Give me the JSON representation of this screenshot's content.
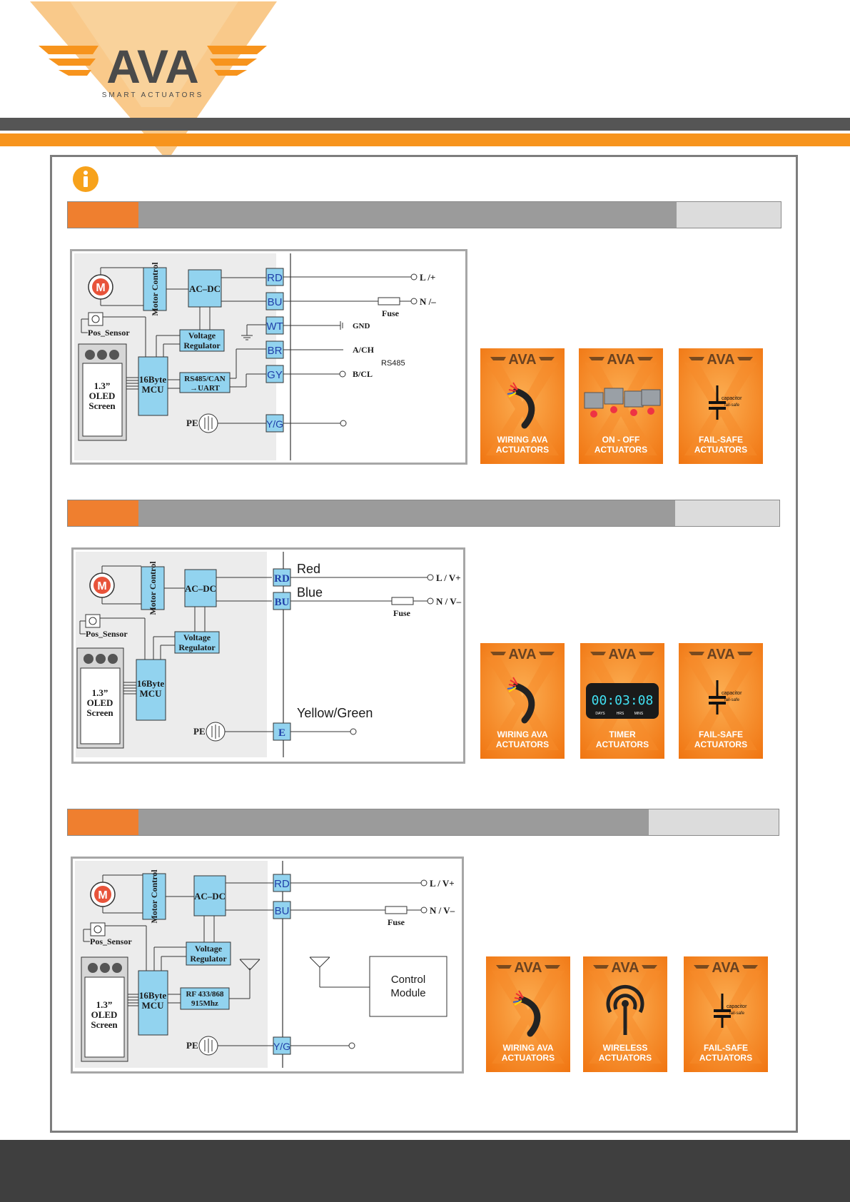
{
  "brand": {
    "logo_text": "AVA",
    "logo_tagline": "SMART ACTUATORS",
    "colors": {
      "orange": "#f7941d",
      "dark_gray": "#555555",
      "section_orange": "#ef7f2f",
      "section_gray": "#9b9b9b",
      "block_blue": "#92d3ef"
    }
  },
  "info_icon": "info-icon",
  "common": {
    "motor": "M",
    "motor_control": "Motor Control",
    "ac_dc": "AC–DC",
    "voltage_regulator_1": "Voltage",
    "voltage_regulator_2": "Regulator",
    "pos_sensor": "Pos_Sensor",
    "mcu_1": "16Byte",
    "mcu_2": "MCU",
    "screen_1": "1.3”",
    "screen_2": "OLED",
    "screen_3": "Screen",
    "pe": "PE",
    "fuse": "Fuse"
  },
  "diagram1": {
    "pins": [
      "RD",
      "BU",
      "WT",
      "BR",
      "GY",
      "Y/G"
    ],
    "terminals": {
      "l": "L /+",
      "n": "N /–",
      "gnd": "GND",
      "ach": "A/CH",
      "bcl": "B/CL",
      "rs485": "RS485"
    },
    "rs485_block_1": "RS485/CAN",
    "rs485_block_2": "→UART"
  },
  "diagram2": {
    "pins": [
      "RD",
      "BU",
      "E"
    ],
    "wire_labels": [
      "Red",
      "Blue",
      "Yellow/Green"
    ],
    "terminals": {
      "l": "L / V+",
      "n": "N / V–"
    }
  },
  "diagram3": {
    "pins": [
      "RD",
      "BU",
      "Y/G"
    ],
    "terminals": {
      "l": "L / V+",
      "n": "N / V–"
    },
    "rf_block_1": "RF 433/868",
    "rf_block_2": "915Mhz",
    "control_module_1": "Control",
    "control_module_2": "Module"
  },
  "cards": {
    "wiring": [
      "WIRING AVA",
      "ACTUATORS"
    ],
    "onoff": [
      "ON - OFF",
      "ACTUATORS"
    ],
    "failsafe": [
      "FAIL-SAFE",
      "ACTUATORS"
    ],
    "timer": [
      "TIMER",
      "ACTUATORS"
    ],
    "wireless": [
      "WIRELESS",
      "ACTUATORS"
    ],
    "capacitor": "capacitor",
    "failsafe_small": "fail-safe",
    "timer_display": "00:03:08",
    "timer_units": [
      "DAYS",
      "HRS",
      "MINS"
    ],
    "card_logo_text": "AVA"
  }
}
